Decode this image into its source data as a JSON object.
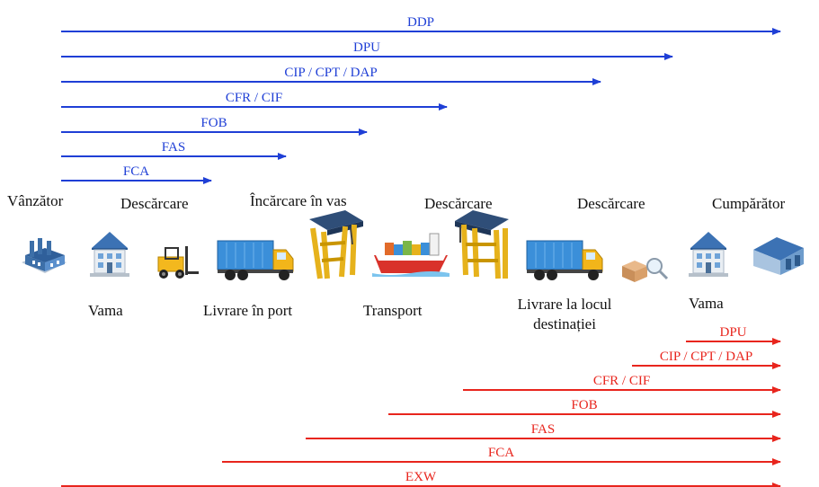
{
  "colors": {
    "seller_arrows": "#1f3fd6",
    "buyer_arrows": "#e8251d"
  },
  "seller_arrows": [
    {
      "label": "DDP",
      "end_stage": "buyer"
    },
    {
      "label": "DPU",
      "end_stage": "destination"
    },
    {
      "label": "CIP / CPT / DAP",
      "end_stage": "destination-delivery"
    },
    {
      "label": "CFR / CIF",
      "end_stage": "destination-port"
    },
    {
      "label": "FOB",
      "end_stage": "ship-loading"
    },
    {
      "label": "FAS",
      "end_stage": "port-delivery"
    },
    {
      "label": "FCA",
      "end_stage": "loading"
    }
  ],
  "buyer_arrows": [
    {
      "label": "DPU",
      "start_stage": "destination"
    },
    {
      "label": "CIP / CPT / DAP",
      "start_stage": "destination-delivery"
    },
    {
      "label": "CFR / CIF",
      "start_stage": "destination-port"
    },
    {
      "label": "FOB",
      "start_stage": "ship-loading"
    },
    {
      "label": "FAS",
      "start_stage": "port-delivery"
    },
    {
      "label": "FCA",
      "start_stage": "loading"
    },
    {
      "label": "EXW",
      "start_stage": "seller"
    }
  ],
  "stages_top": [
    "Vânzător",
    "Descărcare",
    "Încărcare în vas",
    "Descărcare",
    "Descărcare",
    "Cumpărător"
  ],
  "stages_bottom": [
    "Vama",
    "Livrare în port",
    "Transport",
    "Livrare la locul destinației",
    "Vama"
  ],
  "icons": [
    "factory-icon",
    "customs-house-icon",
    "forklift-icon",
    "truck-icon",
    "crane-icon",
    "ship-icon",
    "crane-icon",
    "truck-icon",
    "package-inspection-icon",
    "customs-house-icon",
    "warehouse-icon"
  ]
}
